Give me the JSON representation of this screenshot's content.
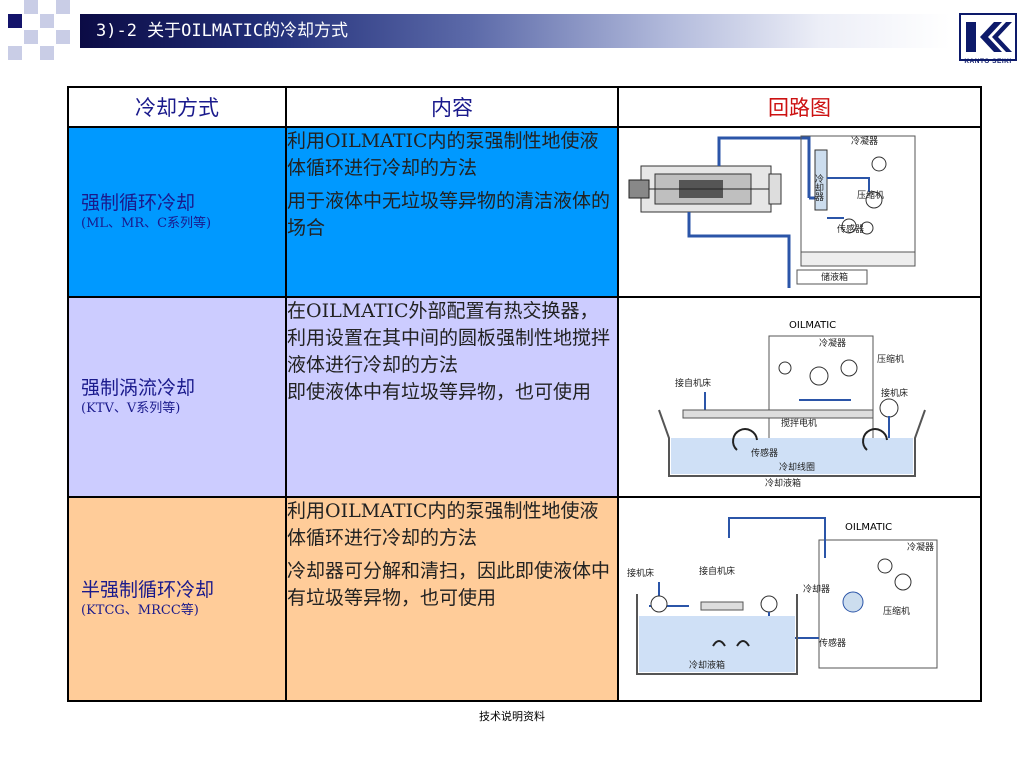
{
  "header": {
    "title": "3)-2 关于OILMATIC的冷却方式",
    "logo_text": "KANTO SEIKI"
  },
  "table": {
    "headers": [
      "冷却方式",
      "内容",
      "回路图"
    ],
    "rows": [
      {
        "method": "强制循环冷却",
        "models": "(ML、MR、C系列等)",
        "desc1": "利用OILMATIC内的泵强制性地使液体循环进行冷却的方法",
        "desc2": "用于液体中无垃圾等异物的清洁液体的场合",
        "diagram": {
          "labels": [
            "冷凝器",
            "冷却器",
            "压缩机",
            "传感器",
            "储液箱"
          ]
        }
      },
      {
        "method": "强制涡流冷却",
        "models": "(KTV、V系列等)",
        "desc1": "在OILMATIC外部配置有热交换器，利用设置在其中间的圆板强制性地搅拌液体进行冷却的方法",
        "desc2": "即使液体中有垃圾等异物，也可使用",
        "diagram": {
          "labels": [
            "OILMATIC",
            "冷凝器",
            "压缩机",
            "接自机床",
            "接机床",
            "搅拌电机",
            "传感器",
            "冷却线圈",
            "冷却液箱"
          ]
        }
      },
      {
        "method": "半强制循环冷却",
        "models": "(KTCG、MRCC等)",
        "desc1": "利用OILMATIC内的泵强制性地使液体循环进行冷却的方法",
        "desc2": "冷却器可分解和清扫，因此即使液体中有垃圾等异物，也可使用",
        "diagram": {
          "labels": [
            "OILMATIC",
            "冷凝器",
            "接机床",
            "接自机床",
            "冷却器",
            "压缩机",
            "传感器",
            "冷却液箱"
          ]
        }
      }
    ]
  },
  "footer": {
    "text": "技术说明资料"
  },
  "colors": {
    "row1_bg": "#0099ff",
    "row2_bg": "#ccccff",
    "row3_bg": "#ffcc99",
    "header_text": "#1a1a8c",
    "diagram_header": "#cc1111"
  }
}
